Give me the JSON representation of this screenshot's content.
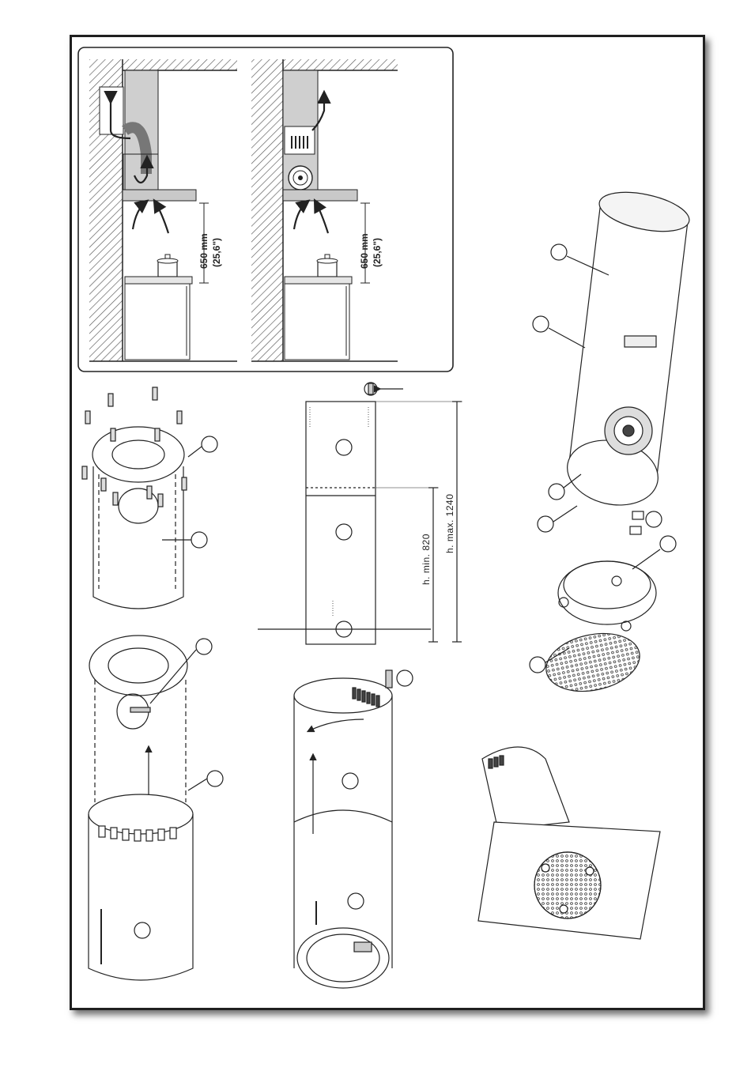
{
  "figure_a": {
    "height_mm": "650 mm",
    "height_in": "(25,6\")"
  },
  "figure_b": {
    "height_mm": "650 mm",
    "height_in": "(25,6\")"
  },
  "dimensions": {
    "min_height": "h. min. 820",
    "max_height": "h. max. 1240"
  },
  "colors": {
    "line": "#222222",
    "gray_fill": "#c9c9c9",
    "light_gray": "#e6e6e6",
    "hatch": "#444444"
  }
}
